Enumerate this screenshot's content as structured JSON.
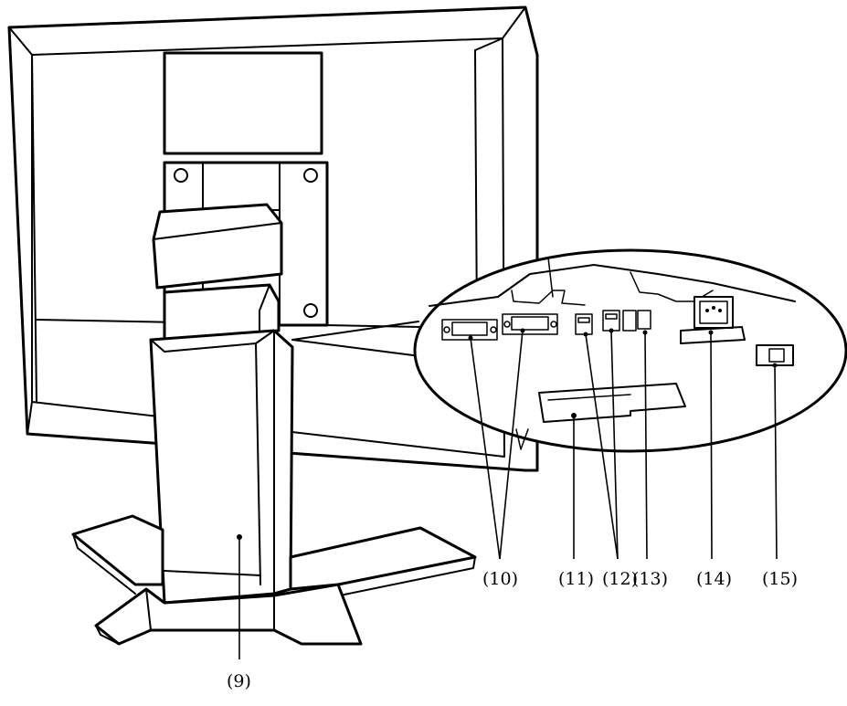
{
  "callouts": {
    "c9": "(9)",
    "c10": "(10)",
    "c11": "(11)",
    "c12": "(12)",
    "c13": "(13)",
    "c14": "(14)",
    "c15": "(15)"
  },
  "colors": {
    "ink": "#000000",
    "paper": "#ffffff"
  }
}
